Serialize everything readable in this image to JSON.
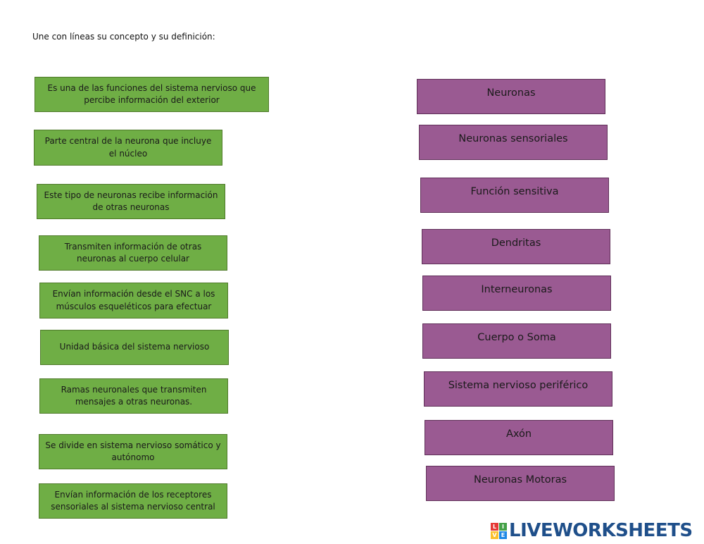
{
  "instruction": "Une con líneas su concepto y su definición:",
  "colors": {
    "definition_box": "#6fae45",
    "concept_box": "#9a5a92",
    "logo_text": "#1f4f8a"
  },
  "definitions": [
    "Es una de las funciones del sistema nervioso que percibe información del exterior",
    "Parte central de la neurona que incluye el núcleo",
    "Este tipo de neuronas recibe información de otras neuronas",
    "Transmiten información de otras neuronas al cuerpo celular",
    "Envían información desde el SNC a los músculos esqueléticos para efectuar",
    "Unidad básica del sistema nervioso",
    "Ramas neuronales que transmiten mensajes a otras neuronas.",
    "Se divide en sistema nervioso somático y autónomo",
    "Envían información de los receptores sensoriales al sistema nervioso central"
  ],
  "concepts": [
    "Neuronas",
    "Neuronas sensoriales",
    "Función sensitiva",
    "Dendritas",
    "Interneuronas",
    "Cuerpo o Soma",
    "Sistema nervioso periférico",
    "Axón",
    "Neuronas Motoras"
  ],
  "logo": {
    "letters": [
      "L",
      "I",
      "V",
      "E"
    ],
    "text": "LIVEWORKSHEETS"
  }
}
